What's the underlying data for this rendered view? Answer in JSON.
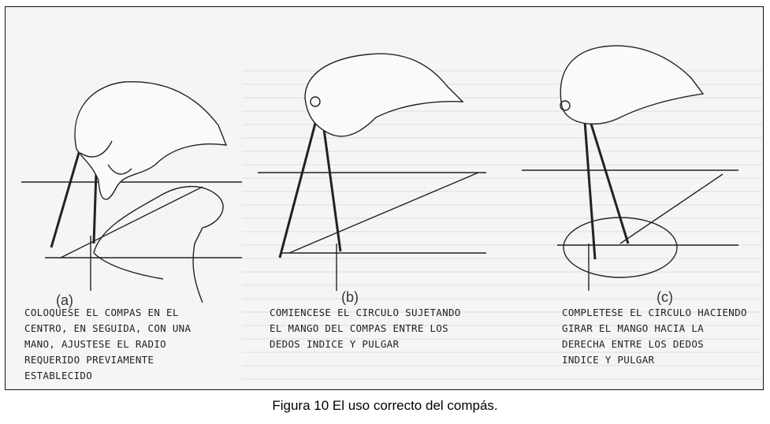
{
  "figure": {
    "panels": [
      {
        "letter": "(a)",
        "caption": "COLOQUESE EL COMPAS EN EL\nCENTRO, EN SEGUIDA, CON UNA\nMANO, AJUSTESE EL RADIO\nREQUERIDO PREVIAMENTE\nESTABLECIDO"
      },
      {
        "letter": "(b)",
        "caption": "COMIENCESE EL CIRCULO SUJETANDO\nEL MANGO DEL COMPAS ENTRE LOS\nDEDOS INDICE Y PULGAR"
      },
      {
        "letter": "(c)",
        "caption": "COMPLETESE EL CIRCULO HACIENDO\nGIRAR EL MANGO HACIA LA\nDERECHA ENTRE LOS DEDOS\nINDICE Y PULGAR"
      }
    ]
  },
  "caption": "Figura 10 El uso correcto del compás."
}
